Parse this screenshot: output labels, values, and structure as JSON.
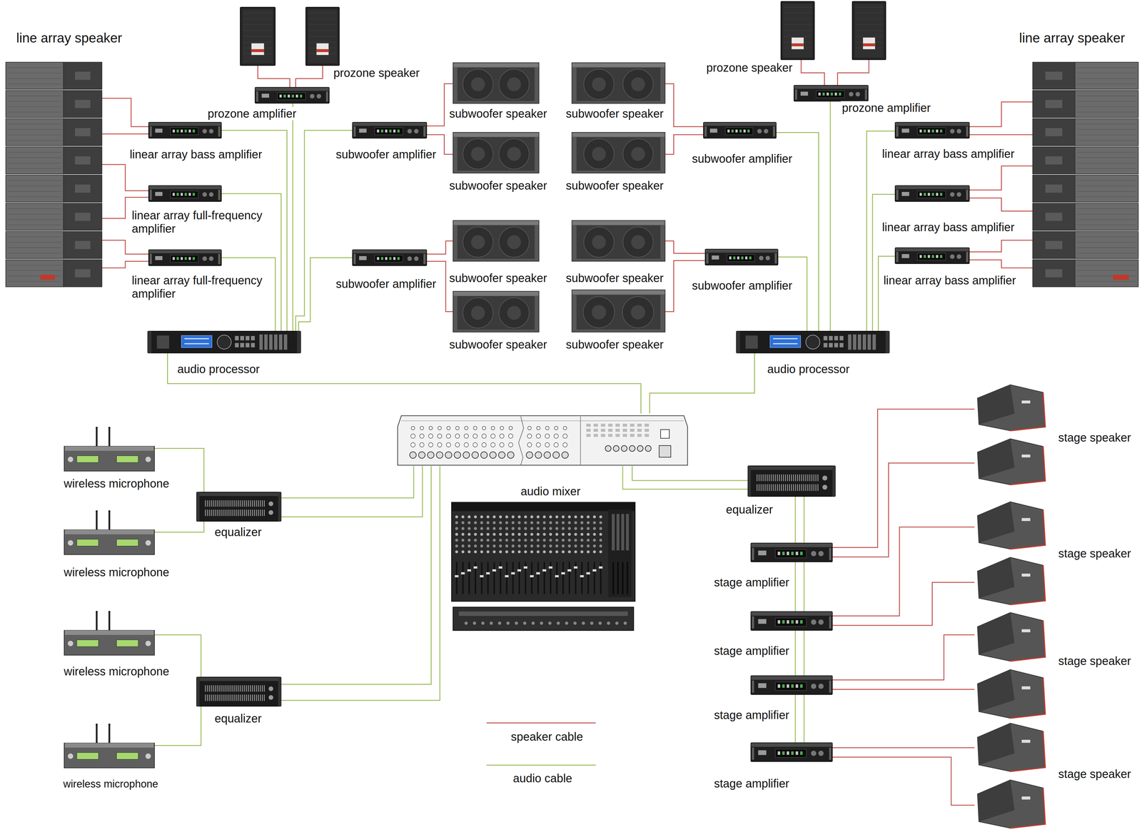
{
  "diagram": {
    "nodes": [
      {
        "text": [
          "line array speaker"
        ]
      },
      {
        "text": [
          "prozone speaker"
        ]
      },
      {
        "text": [
          "prozone amplifier"
        ]
      },
      {
        "text": [
          "linear array bass amplifier"
        ]
      },
      {
        "text": [
          "subwoofer amplifier"
        ]
      },
      {
        "text": [
          "subwoofer speaker"
        ]
      },
      {
        "text": [
          "subwoofer speaker"
        ]
      },
      {
        "text": [
          "subwoofer amplifier"
        ]
      },
      {
        "text": [
          "prozone speaker"
        ]
      },
      {
        "text": [
          "prozone amplifier"
        ]
      },
      {
        "text": [
          "line array speaker"
        ]
      },
      {
        "text": [
          "linear array bass amplifier"
        ]
      },
      {
        "text": [
          "subwoofer speaker"
        ]
      },
      {
        "text": [
          "subwoofer speaker"
        ]
      },
      {
        "text": [
          "linear array full-frequency amplifier"
        ]
      },
      {
        "text": [
          "linear array bass amplifier"
        ]
      },
      {
        "text": [
          "linear array full-frequency amplifier"
        ]
      },
      {
        "text": [
          "subwoofer amplifier"
        ]
      },
      {
        "text": [
          "subwoofer speaker"
        ]
      },
      {
        "text": [
          "subwoofer speaker"
        ]
      },
      {
        "text": [
          "subwoofer amplifier"
        ]
      },
      {
        "text": [
          "linear array bass amplifier"
        ]
      },
      {
        "text": [
          "subwoofer speaker"
        ]
      },
      {
        "text": [
          "subwoofer speaker"
        ]
      },
      {
        "text": [
          "audio processor"
        ]
      },
      {
        "text": [
          "audio processor"
        ]
      },
      {
        "text": [
          "audio mixer"
        ]
      },
      {
        "text": [
          "stage speaker"
        ]
      },
      {
        "text": [
          "wireless microphone"
        ]
      },
      {
        "text": [
          "equalizer"
        ]
      },
      {
        "text": [
          "stage speaker"
        ]
      },
      {
        "text": [
          "equalizer"
        ]
      },
      {
        "text": [
          "wireless microphone"
        ]
      },
      {
        "text": [
          "stage amplifier"
        ]
      },
      {
        "text": [
          "stage speaker"
        ]
      },
      {
        "text": [
          "stage amplifier"
        ]
      },
      {
        "text": [
          "wireless microphone"
        ]
      },
      {
        "text": [
          "equalizer"
        ]
      },
      {
        "text": [
          "stage amplifier"
        ]
      },
      {
        "text": [
          "stage speaker"
        ]
      },
      {
        "text": [
          "wireless microphone"
        ]
      },
      {
        "text": [
          "stage amplifier"
        ]
      }
    ],
    "edges": [
      {
        "from": 3,
        "to": 0,
        "arrow": "none"
      },
      {
        "from": 3,
        "to": 0,
        "arrow": "none"
      },
      {
        "from": 14,
        "to": 0,
        "arrow": "none"
      },
      {
        "from": 14,
        "to": 0,
        "arrow": "none"
      },
      {
        "from": 16,
        "to": 0,
        "arrow": "none"
      },
      {
        "from": 16,
        "to": 0,
        "arrow": "none"
      },
      {
        "from": 1,
        "to": 2,
        "arrow": "none"
      },
      {
        "from": 1,
        "to": 2,
        "arrow": "none"
      },
      {
        "from": 4,
        "to": 5,
        "arrow": "none"
      },
      {
        "from": 4,
        "to": 12,
        "arrow": "none"
      },
      {
        "from": 7,
        "to": 6,
        "arrow": "none"
      },
      {
        "from": 7,
        "to": 13,
        "arrow": "none"
      },
      {
        "from": 17,
        "to": 18,
        "arrow": "none"
      },
      {
        "from": 17,
        "to": 22,
        "arrow": "none"
      },
      {
        "from": 20,
        "to": 19,
        "arrow": "none"
      },
      {
        "from": 20,
        "to": 23,
        "arrow": "none"
      },
      {
        "from": 8,
        "to": 9,
        "arrow": "none"
      },
      {
        "from": 8,
        "to": 9,
        "arrow": "none"
      },
      {
        "from": 11,
        "to": 10,
        "arrow": "none"
      },
      {
        "from": 11,
        "to": 10,
        "arrow": "none"
      },
      {
        "from": 15,
        "to": 10,
        "arrow": "none"
      },
      {
        "from": 15,
        "to": 10,
        "arrow": "none"
      },
      {
        "from": 21,
        "to": 10,
        "arrow": "none"
      },
      {
        "from": 21,
        "to": 10,
        "arrow": "none"
      },
      {
        "from": 24,
        "to": 16,
        "arrow": "none"
      },
      {
        "from": 24,
        "to": 14,
        "arrow": "none"
      },
      {
        "from": 24,
        "to": 3,
        "arrow": "none"
      },
      {
        "from": 24,
        "to": 2,
        "arrow": "none"
      },
      {
        "from": 24,
        "to": 4,
        "arrow": "none"
      },
      {
        "from": 24,
        "to": 17,
        "arrow": "none"
      },
      {
        "from": 25,
        "to": 9,
        "arrow": "none"
      },
      {
        "from": 25,
        "to": 7,
        "arrow": "none"
      },
      {
        "from": 25,
        "to": 20,
        "arrow": "none"
      },
      {
        "from": 25,
        "to": 11,
        "arrow": "none"
      },
      {
        "from": 25,
        "to": 15,
        "arrow": "none"
      },
      {
        "from": 25,
        "to": 21,
        "arrow": "none"
      },
      {
        "from": 24,
        "to": 26,
        "arrow": "none"
      },
      {
        "from": 25,
        "to": 26,
        "arrow": "none"
      },
      {
        "from": 28,
        "to": 31,
        "arrow": "none"
      },
      {
        "from": 32,
        "to": 31,
        "arrow": "none"
      },
      {
        "from": 31,
        "to": 26,
        "arrow": "none"
      },
      {
        "from": 31,
        "to": 26,
        "arrow": "none"
      },
      {
        "from": 36,
        "to": 37,
        "arrow": "none"
      },
      {
        "from": 40,
        "to": 37,
        "arrow": "none"
      },
      {
        "from": 37,
        "to": 26,
        "arrow": "none"
      },
      {
        "from": 37,
        "to": 26,
        "arrow": "none"
      },
      {
        "from": 26,
        "to": 29,
        "arrow": "none"
      },
      {
        "from": 26,
        "to": 29,
        "arrow": "none"
      },
      {
        "from": 29,
        "to": 33,
        "arrow": "none"
      },
      {
        "from": 29,
        "to": 33,
        "arrow": "none"
      },
      {
        "from": 33,
        "to": 35,
        "arrow": "none"
      },
      {
        "from": 33,
        "to": 35,
        "arrow": "none"
      },
      {
        "from": 35,
        "to": 38,
        "arrow": "none"
      },
      {
        "from": 35,
        "to": 38,
        "arrow": "none"
      },
      {
        "from": 38,
        "to": 41,
        "arrow": "none"
      },
      {
        "from": 38,
        "to": 41,
        "arrow": "none"
      },
      {
        "from": 33,
        "to": 27,
        "arrow": "none"
      },
      {
        "from": 33,
        "to": 27,
        "arrow": "none"
      },
      {
        "from": 35,
        "to": 30,
        "arrow": "none"
      },
      {
        "from": 35,
        "to": 30,
        "arrow": "none"
      },
      {
        "from": 38,
        "to": 34,
        "arrow": "none"
      },
      {
        "from": 38,
        "to": 34,
        "arrow": "none"
      },
      {
        "from": 41,
        "to": 39,
        "arrow": "none"
      },
      {
        "from": 41,
        "to": 39,
        "arrow": "none"
      }
    ],
    "legend": [
      {
        "text": "speaker cable"
      },
      {
        "text": "audio cable"
      }
    ]
  }
}
